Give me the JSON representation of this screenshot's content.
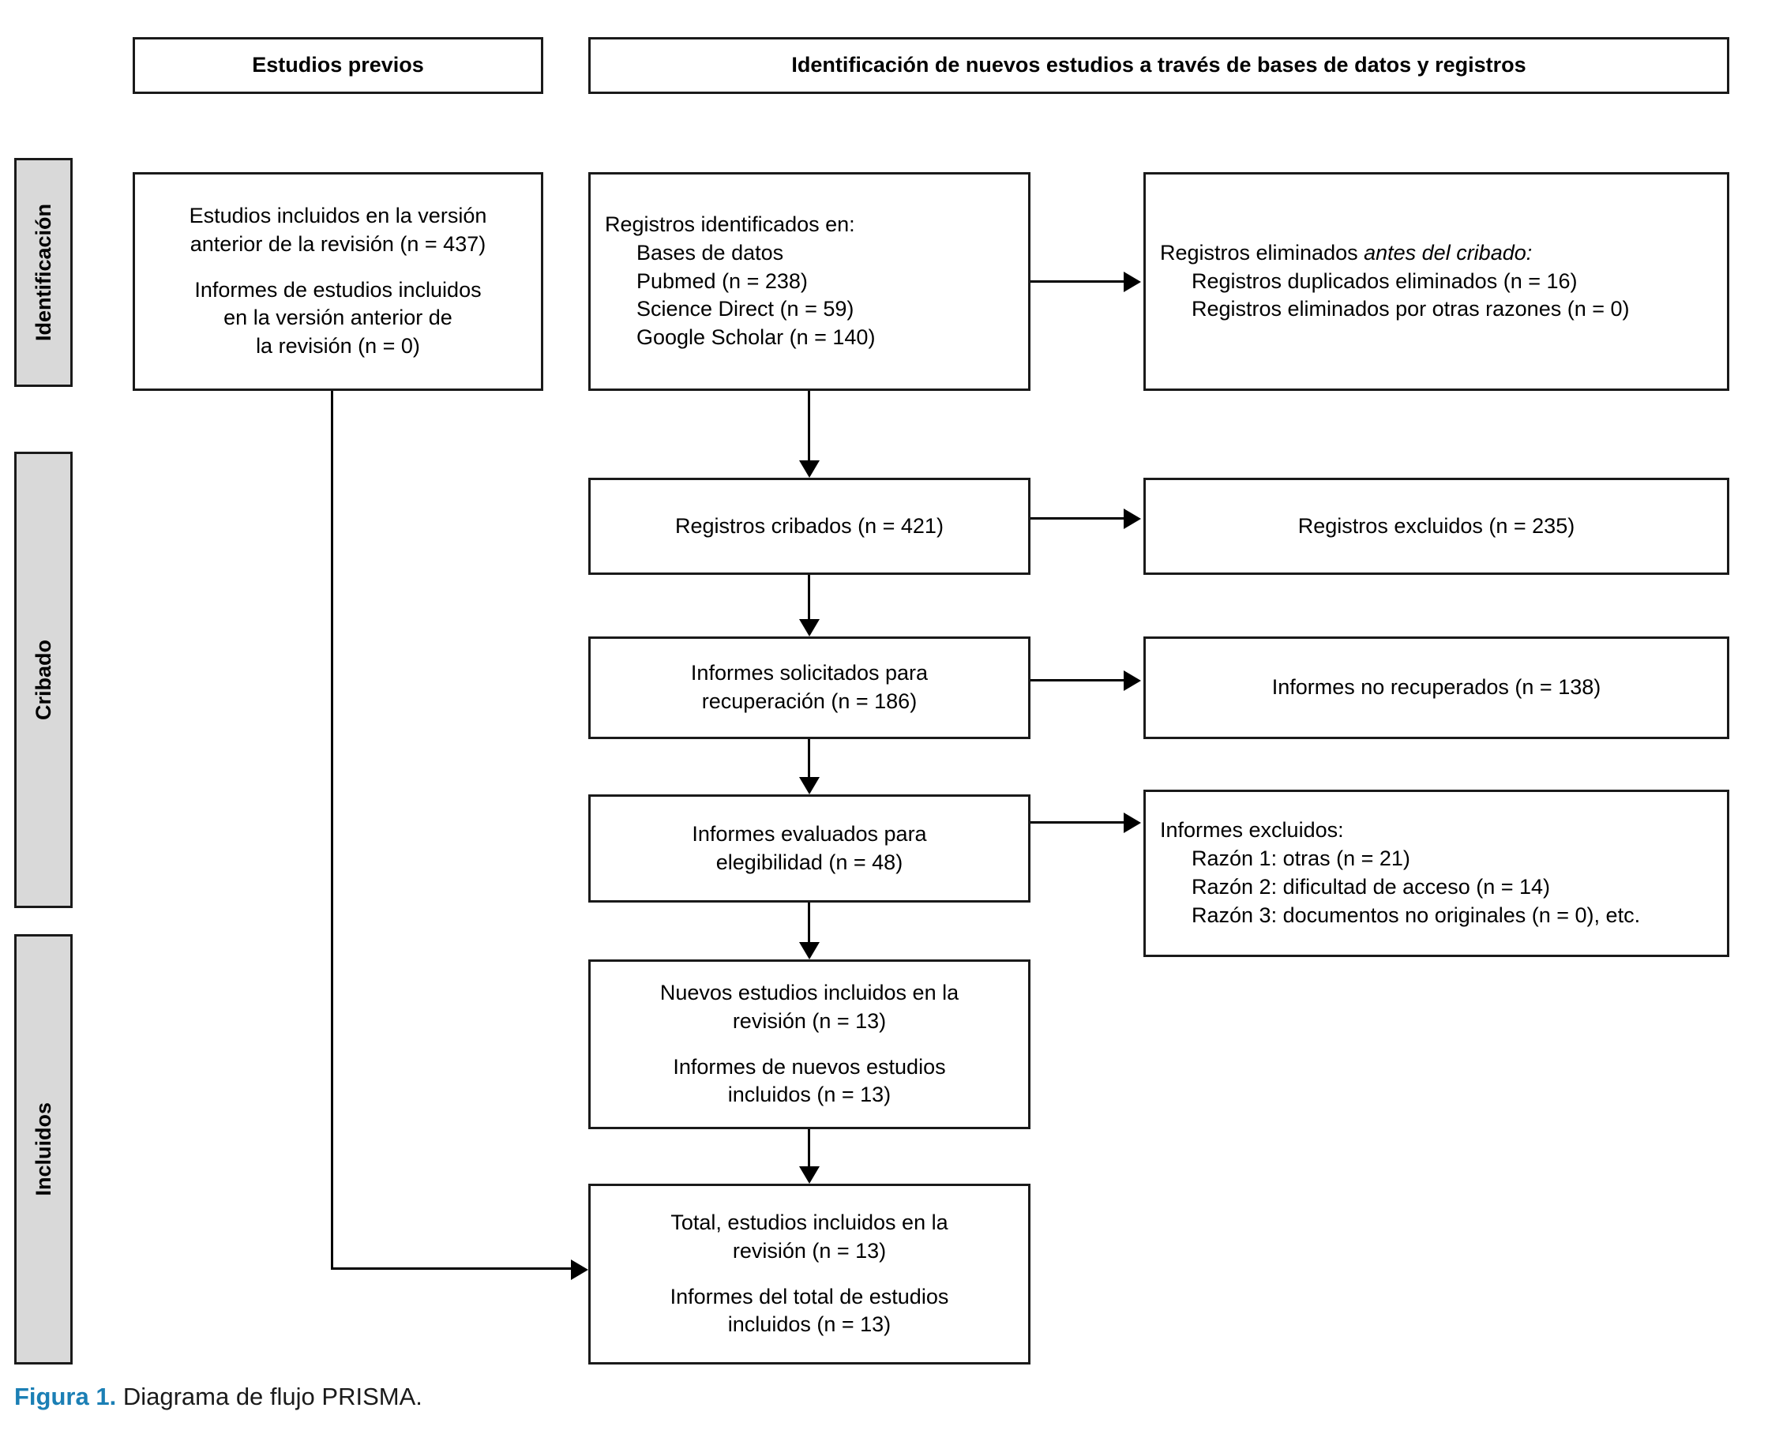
{
  "figure": {
    "number_label": "Figura 1.",
    "caption_text": " Diagrama de flujo PRISMA.",
    "accent_color": "#1b7fb5"
  },
  "banners": {
    "previous_studies": "Estudios previos",
    "new_identification": "Identificación de nuevos estudios a través de bases de datos y registros"
  },
  "stages": [
    {
      "key": "identificacion",
      "label": "Identificación"
    },
    {
      "key": "cribado",
      "label": "Cribado"
    },
    {
      "key": "incluidos",
      "label": "Incluidos"
    }
  ],
  "boxes": {
    "previous_included": {
      "line1": "Estudios incluidos en la versión",
      "line2": "anterior de la revisión (n = 437)",
      "line3": "Informes de estudios incluidos",
      "line4": "en la versión anterior de",
      "line5": "la revisión (n = 0)"
    },
    "records_identified": {
      "title": "Registros identificados en:",
      "source_group": "Bases de datos",
      "source1": "Pubmed (n = 238)",
      "source2": "Science Direct (n = 59)",
      "source3": "Google Scholar (n = 140)"
    },
    "records_removed": {
      "title_plain": "Registros eliminados ",
      "title_italic": "antes del cribado:",
      "item1": "Registros duplicados eliminados (n = 16)",
      "item2": "Registros eliminados por otras razones (n = 0)"
    },
    "records_screened": {
      "line1": "Registros cribados (n = 421)"
    },
    "records_excluded": {
      "line1": "Registros excluidos (n = 235)"
    },
    "reports_sought": {
      "line1": "Informes solicitados para",
      "line2": "recuperación (n = 186)"
    },
    "reports_not_retrieved": {
      "line1": "Informes no recuperados (n = 138)"
    },
    "reports_assessed": {
      "line1": "Informes evaluados para",
      "line2": "elegibilidad (n = 48)"
    },
    "reports_excluded": {
      "title": "Informes excluidos:",
      "reason1": "Razón 1: otras (n = 21)",
      "reason2": "Razón 2: dificultad de acceso (n = 14)",
      "reason3": "Razón 3: documentos no originales (n = 0), etc."
    },
    "new_studies_included": {
      "line1": "Nuevos estudios incluidos en la",
      "line2": "revisión (n = 13)",
      "line3": "Informes de nuevos estudios",
      "line4": "incluidos (n = 13)"
    },
    "total_included": {
      "line1": "Total, estudios incluidos en la",
      "line2": "revisión (n = 13)",
      "line3": "Informes del total de estudios",
      "line4": "incluidos (n = 13)"
    }
  }
}
